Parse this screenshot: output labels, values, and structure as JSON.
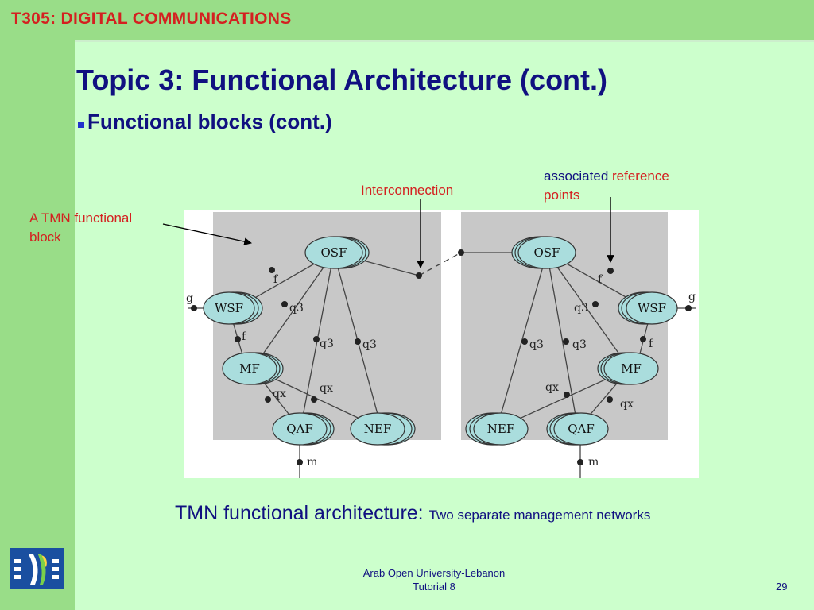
{
  "header": {
    "course_title": "T305: DIGITAL COMMUNICATIONS"
  },
  "slide": {
    "title": "Topic 3: Functional Architecture (cont.)",
    "bullet": "Functional blocks (cont.)"
  },
  "annotations": {
    "tmn_block_line1": "A TMN functional",
    "tmn_block_line2": "block",
    "interconnection": "Interconnection",
    "associated_word": "associated",
    "reference_word": "reference",
    "points_word": "points"
  },
  "diagram": {
    "left_network": {
      "blocks": {
        "osf": "OSF",
        "wsf": "WSF",
        "mf": "MF",
        "qaf": "QAF",
        "nef": "NEF"
      },
      "refs": {
        "g": "g",
        "f_osf_wsf": "f",
        "f_wsf_mf": "f",
        "q3_osf_mf": "q3",
        "q3_osf_qaf": "q3",
        "q3_osf_nef": "q3",
        "qx_mf_qaf": "qx",
        "qx_mf_nef": "qx",
        "m": "m"
      }
    },
    "right_network": {
      "blocks": {
        "osf": "OSF",
        "wsf": "WSF",
        "mf": "MF",
        "nef": "NEF",
        "qaf": "QAF"
      },
      "refs": {
        "g": "g",
        "f_osf_wsf": "f",
        "f_wsf_mf": "f",
        "q3_osf_mf": "q3",
        "q3_osf_nef": "q3",
        "q3_osf_qaf": "q3",
        "qx_mf_nef": "qx",
        "qx_mf_qaf": "qx",
        "m": "m"
      }
    }
  },
  "caption": {
    "main": "TMN functional architecture:",
    "sub": "Two separate management networks"
  },
  "footer": {
    "org_line1": "Arab Open University-Lebanon",
    "org_line2": "Tutorial 8",
    "page_number": "29"
  },
  "colors": {
    "title_navy": "#101080",
    "accent_red": "#d42020",
    "bar_green": "#99dd88",
    "slide_bg": "#ccffcc",
    "node_fill": "#aadddd"
  }
}
